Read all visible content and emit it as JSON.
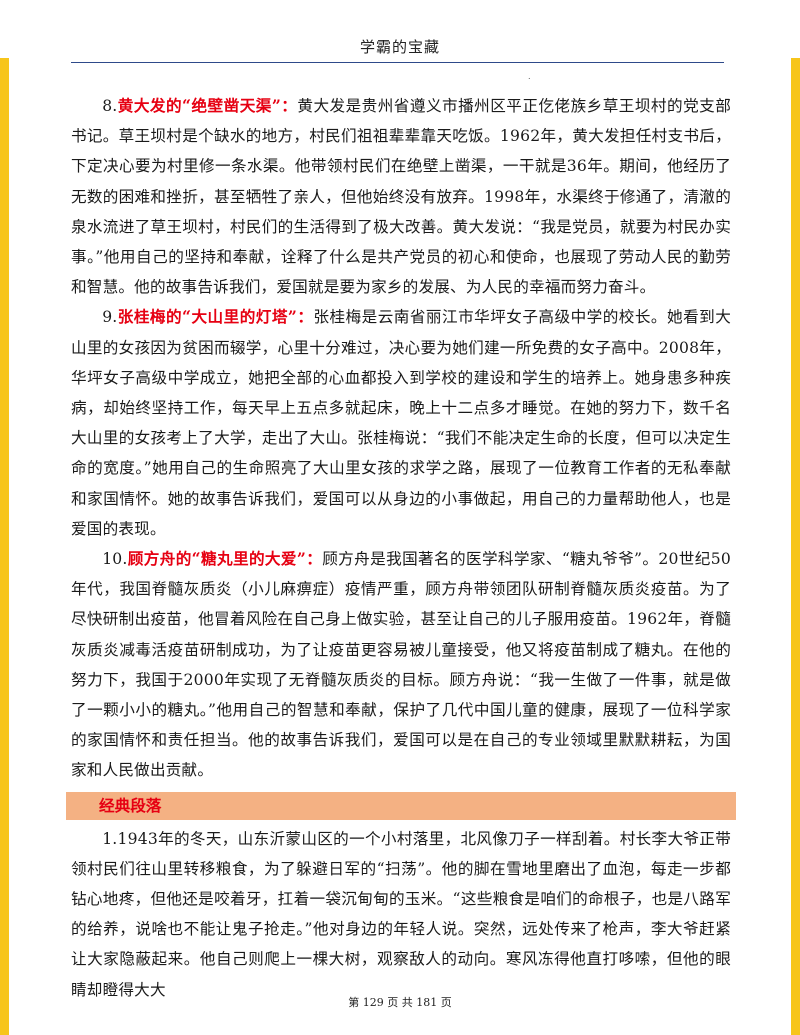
{
  "header": {
    "title": "学霸的宝藏",
    "dot": "."
  },
  "items": [
    {
      "num": "8.",
      "title": "黄大发的“绝壁凿天渠”",
      "colon": "：",
      "body": "黄大发是贵州省遵义市播州区平正仡佬族乡草王坝村的党支部书记。草王坝村是个缺水的地方，村民们祖祖辈辈靠天吃饭。1962年，黄大发担任村支书后，下定决心要为村里修一条水渠。他带领村民们在绝壁上凿渠，一干就是36年。期间，他经历了无数的困难和挫折，甚至牺牲了亲人，但他始终没有放弃。1998年，水渠终于修通了，清澈的泉水流进了草王坝村，村民们的生活得到了极大改善。黄大发说：“我是党员，就要为村民办实事。”他用自己的坚持和奉献，诠释了什么是共产党员的初心和使命，也展现了劳动人民的勤劳和智慧。他的故事告诉我们，爱国就是要为家乡的发展、为人民的幸福而努力奋斗。"
    },
    {
      "num": "9.",
      "title": "张桂梅的“大山里的灯塔”",
      "colon": "：",
      "body": "张桂梅是云南省丽江市华坪女子高级中学的校长。她看到大山里的女孩因为贫困而辍学，心里十分难过，决心要为她们建一所免费的女子高中。2008年，华坪女子高级中学成立，她把全部的心血都投入到学校的建设和学生的培养上。她身患多种疾病，却始终坚持工作，每天早上五点多就起床，晚上十二点多才睡觉。在她的努力下，数千名大山里的女孩考上了大学，走出了大山。张桂梅说：“我们不能决定生命的长度，但可以决定生命的宽度。”她用自己的生命照亮了大山里女孩的求学之路，展现了一位教育工作者的无私奉献和家国情怀。她的故事告诉我们，爱国可以从身边的小事做起，用自己的力量帮助他人，也是爱国的表现。"
    },
    {
      "num": "10.",
      "title": "顾方舟的“糖丸里的大爱”",
      "colon": "：",
      "body": "顾方舟是我国著名的医学科学家、“糖丸爷爷”。20世纪50年代，我国脊髓灰质炎（小儿麻痹症）疫情严重，顾方舟带领团队研制脊髓灰质炎疫苗。为了尽快研制出疫苗，他冒着风险在自己身上做实验，甚至让自己的儿子服用疫苗。1962年，脊髓灰质炎减毒活疫苗研制成功，为了让疫苗更容易被儿童接受，他又将疫苗制成了糖丸。在他的努力下，我国于2000年实现了无脊髓灰质炎的目标。顾方舟说：“我一生做了一件事，就是做了一颗小小的糖丸。”他用自己的智慧和奉献，保护了几代中国儿童的健康，展现了一位科学家的家国情怀和责任担当。他的故事告诉我们，爱国可以是在自己的专业领域里默默耕耘，为国家和人民做出贡献。"
    }
  ],
  "section": {
    "title": "经典段落"
  },
  "classic": [
    {
      "text": "1.1943年的冬天，山东沂蒙山区的一个小村落里，北风像刀子一样刮着。村长李大爷正带领村民们往山里转移粮食，为了躲避日军的“扫荡”。他的脚在雪地里磨出了血泡，每走一步都钻心地疼，但他还是咬着牙，扛着一袋沉甸甸的玉米。“这些粮食是咱们的命根子，也是八路军的给养，说啥也不能让鬼子抢走。”他对身边的年轻人说。突然，远处传来了枪声，李大爷赶紧让大家隐蔽起来。他自己则爬上一棵大树，观察敌人的动向。寒风冻得他直打哆嗦，但他的眼睛却瞪得大大"
    }
  ],
  "footer": {
    "text": "第 129 页 共 181 页"
  },
  "colors": {
    "accent_bar": "#f7c51b",
    "section_bg": "#f4b183",
    "highlight": "#e60012",
    "rule": "#2e4a8a"
  }
}
